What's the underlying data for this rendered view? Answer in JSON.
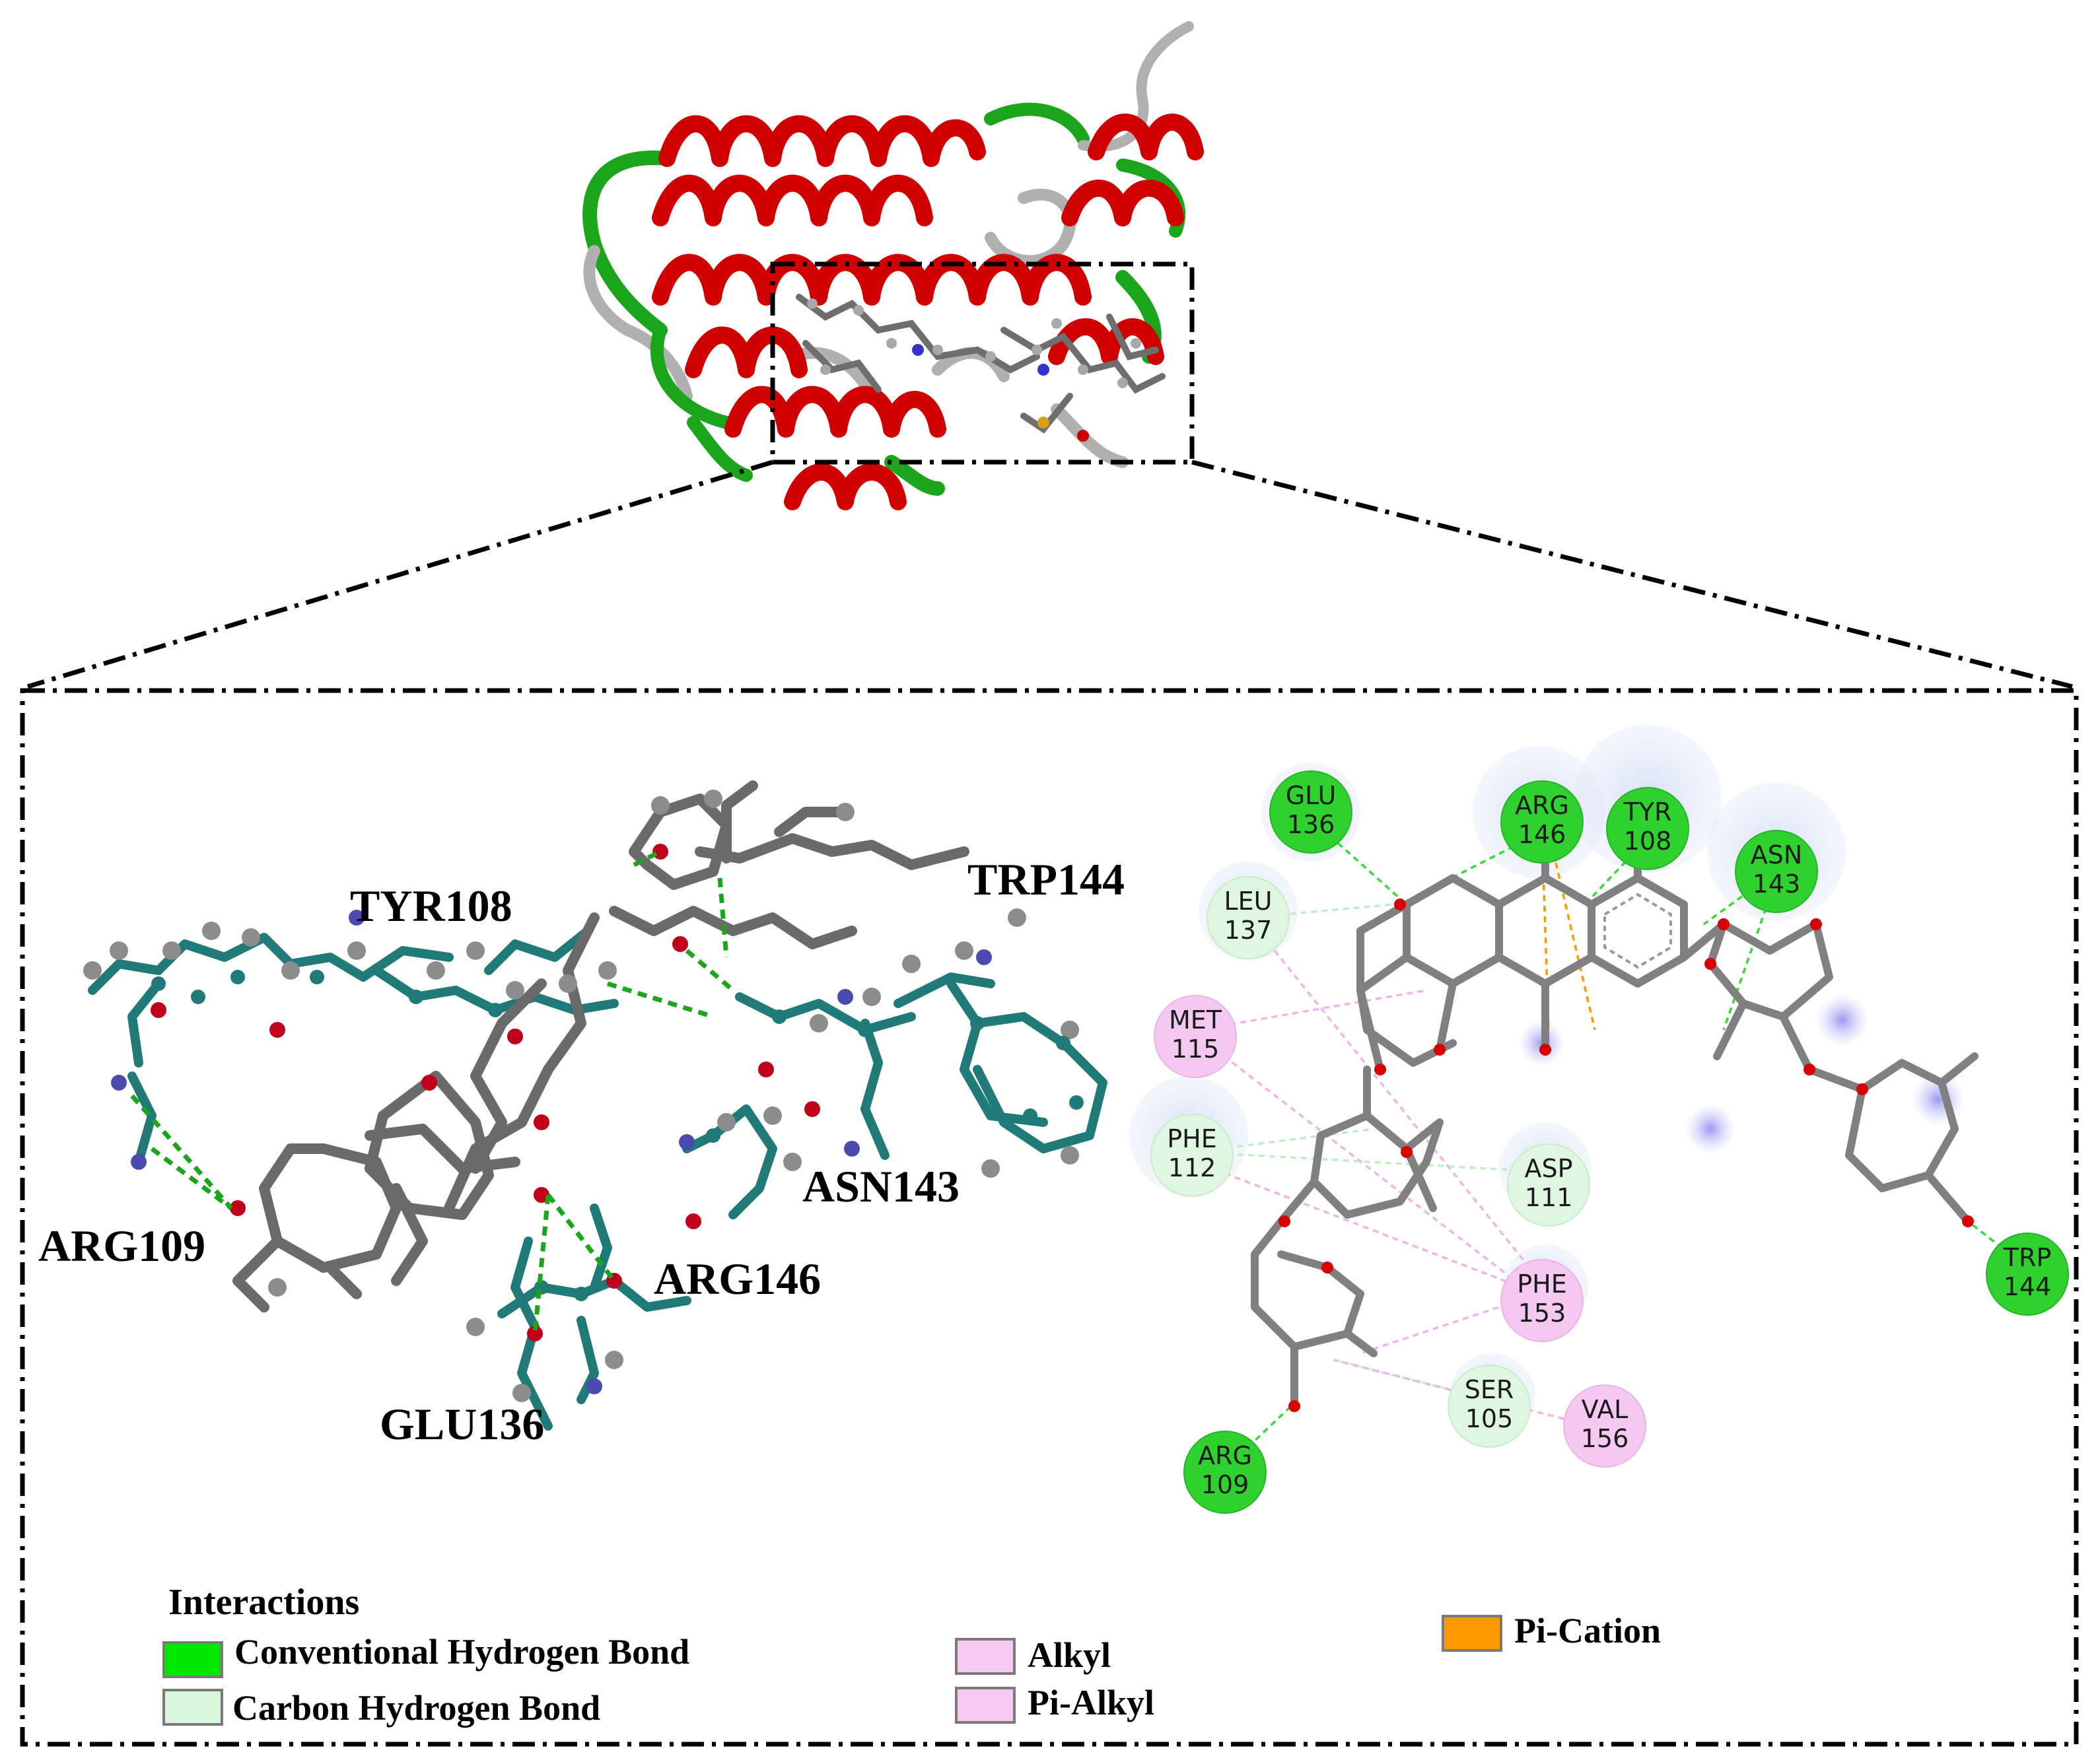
{
  "residues_3d": [
    {
      "label": "TYR108"
    },
    {
      "label": "TRP144"
    },
    {
      "label": "ARG109"
    },
    {
      "label": "ASN143"
    },
    {
      "label": "ARG146"
    },
    {
      "label": "GLU136"
    }
  ],
  "residues_2d": [
    {
      "name": "GLU",
      "num": "136",
      "type": "conventional"
    },
    {
      "name": "ARG",
      "num": "146",
      "type": "conventional"
    },
    {
      "name": "TYR",
      "num": "108",
      "type": "conventional"
    },
    {
      "name": "ASN",
      "num": "143",
      "type": "conventional"
    },
    {
      "name": "LEU",
      "num": "137",
      "type": "carbon"
    },
    {
      "name": "MET",
      "num": "115",
      "type": "alkyl"
    },
    {
      "name": "PHE",
      "num": "112",
      "type": "carbon"
    },
    {
      "name": "ASP",
      "num": "111",
      "type": "carbon"
    },
    {
      "name": "PHE",
      "num": "153",
      "type": "alkyl"
    },
    {
      "name": "SER",
      "num": "105",
      "type": "carbon"
    },
    {
      "name": "VAL",
      "num": "156",
      "type": "alkyl"
    },
    {
      "name": "ARG",
      "num": "109",
      "type": "conventional"
    },
    {
      "name": "TRP",
      "num": "144",
      "type": "conventional"
    }
  ],
  "legend": {
    "title": "Interactions",
    "items": [
      {
        "label": "Conventional Hydrogen Bond",
        "color": "#00e600"
      },
      {
        "label": "Carbon Hydrogen Bond",
        "color": "#d9f7dc"
      },
      {
        "label": "Alkyl",
        "color": "#f7c8f2"
      },
      {
        "label": "Pi-Alkyl",
        "color": "#f7c8f2"
      },
      {
        "label": "Pi-Cation",
        "color": "#ff9900"
      }
    ]
  },
  "colors": {
    "helix": "#d00000",
    "loop_green": "#1aa51a",
    "loop_gray": "#b0b0b0",
    "ligand": "#7a7a7a",
    "residue_carbon": "#1f7a78",
    "conventional": "#2fd12f",
    "carbon_hb": "#d9f7dc",
    "alkyl": "#f2c6f0",
    "pi_cation": "#ff9900",
    "border": "#000000"
  }
}
